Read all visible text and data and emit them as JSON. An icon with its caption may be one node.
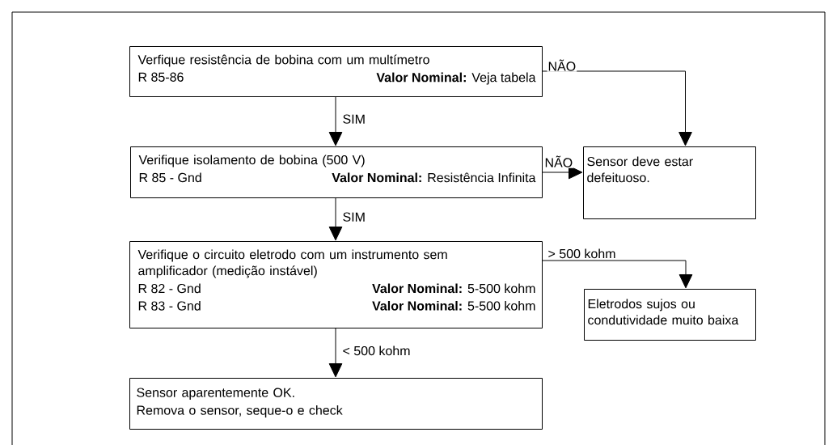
{
  "diagram": {
    "nodes": [
      {
        "text": [
          "Verfique resistência de bobina com um multímetro",
          "R 85-86",
          "**Valor Nominal:** Veja tabela"
        ]
      },
      {
        "text": [
          "Verifique isolamento de bobina (500 V)",
          "R 85 - Gnd",
          "**Valor Nominal:** Resistência Infinita"
        ]
      },
      {
        "text": [
          "Verifique o circuito eletrodo com um instrumento sem amplificador (medição instável)",
          "R 82 - Gnd",
          "**Valor Nominal:** 5-500 kohm",
          "R 83 - Gnd",
          "**Valor Nominal:** 5-500 kohm"
        ]
      },
      {
        "text": [
          "Sensor deve estar defeituoso."
        ]
      },
      {
        "text": [
          "Eletrodos sujos ou condutividade muito baixa"
        ]
      },
      {
        "text": [
          "Sensor aparentemente OK.",
          "Remova o sensor, seque-o e check"
        ]
      }
    ],
    "edges": [
      {
        "from": 0,
        "to": 1,
        "arrow": "to",
        "label": "SIM"
      },
      {
        "from": 0,
        "to": 3,
        "arrow": "to",
        "label": "NÃO"
      },
      {
        "from": 1,
        "to": 3,
        "arrow": "to",
        "label": "NÃO"
      },
      {
        "from": 1,
        "to": 2,
        "arrow": "to",
        "label": "SIM"
      },
      {
        "from": 2,
        "to": 4,
        "arrow": "to",
        "label": "> 500 kohm"
      },
      {
        "from": 2,
        "to": 5,
        "arrow": "to",
        "label": "< 500 kohm"
      }
    ]
  }
}
